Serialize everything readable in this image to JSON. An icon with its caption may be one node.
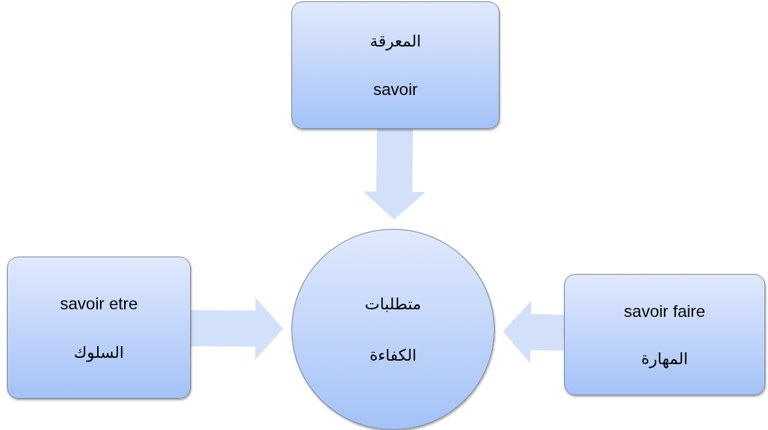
{
  "diagram": {
    "nodes": [
      {
        "text": [
          "المعرقة",
          "savoir"
        ]
      },
      {
        "text": [
          "savoir etre",
          "السلوك"
        ]
      },
      {
        "text": [
          "متطلبات",
          "الكفاءة"
        ]
      },
      {
        "text": [
          "savoir faire",
          "المهارة"
        ]
      }
    ],
    "edges": [
      {
        "from": 0,
        "to": 2,
        "arrow": "to"
      },
      {
        "from": 1,
        "to": 2,
        "arrow": "to"
      },
      {
        "from": 3,
        "to": 2,
        "arrow": "to"
      }
    ]
  }
}
